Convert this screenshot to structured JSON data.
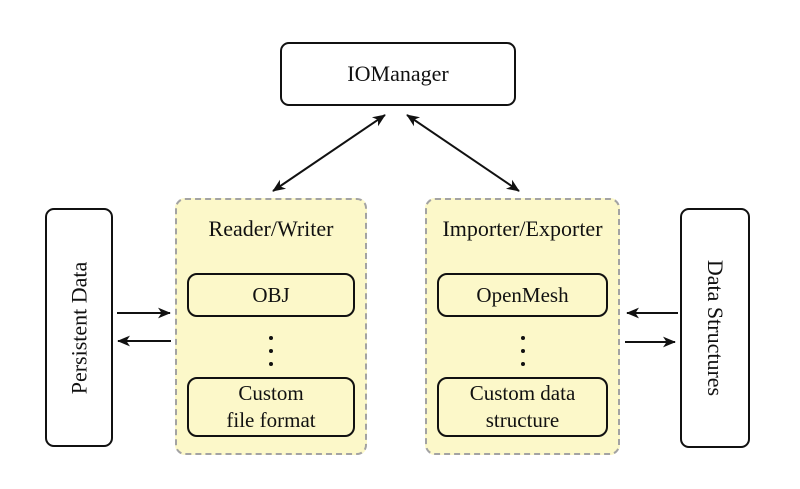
{
  "diagram": {
    "colors": {
      "background": "#ffffff",
      "group_fill": "#fcf8c9",
      "group_border": "#a3a3a3",
      "box_border": "#111111",
      "box_fill": "#ffffff",
      "arrow": "#111111"
    },
    "io_manager": {
      "label": "IOManager"
    },
    "reader_writer_group": {
      "title": "Reader/Writer",
      "items": [
        {
          "lines": [
            "OBJ"
          ]
        },
        {
          "lines": [
            "Custom",
            "file format"
          ]
        }
      ]
    },
    "importer_exporter_group": {
      "title": "Importer/Exporter",
      "items": [
        {
          "lines": [
            "OpenMesh"
          ]
        },
        {
          "lines": [
            "Custom data",
            "structure"
          ]
        }
      ]
    },
    "persistent_data": {
      "label": "Persistent Data"
    },
    "data_structures": {
      "label": "Data Structures"
    }
  }
}
